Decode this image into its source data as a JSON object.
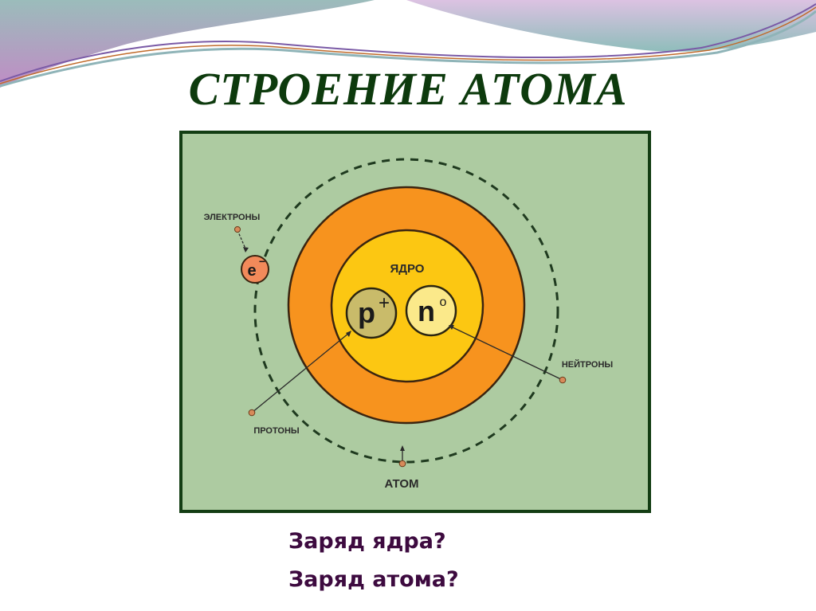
{
  "slide": {
    "title": "СТРОЕНИЕ АТОМА",
    "questions": [
      "Заряд ядра?",
      "Заряд атома?"
    ]
  },
  "diagram": {
    "labels": {
      "electrons": "ЭЛЕКТРОНЫ",
      "nucleus": "ЯДРО",
      "neutrons": "НЕЙТРОНЫ",
      "protons": "ПРОТОНЫ",
      "atom": "АТОМ"
    },
    "particles": {
      "electron": "e",
      "electron_charge": "−",
      "proton": "p",
      "proton_charge": "+",
      "neutron": "n",
      "neutron_charge": "o"
    },
    "colors": {
      "background": "#adcba1",
      "border": "#133d13",
      "atom_shell": "#f7931e",
      "nucleus": "#fcc712",
      "proton": "#c9bb6a",
      "neutron": "#fbe98a",
      "electron": "#f28a5a",
      "title": "#0d3a0d",
      "questions": "#3d0a3f"
    }
  }
}
